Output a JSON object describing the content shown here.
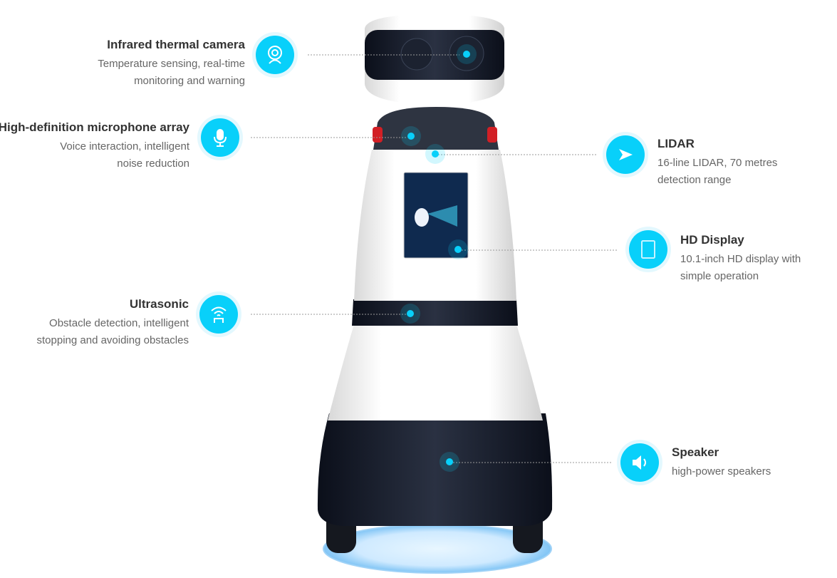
{
  "accent_color": "#08d0fa",
  "features": [
    {
      "id": "camera",
      "title": "Infrared thermal camera",
      "desc_lines": [
        "Temperature sensing, real-time",
        "monitoring and warning"
      ],
      "icon": "webcam-icon"
    },
    {
      "id": "microphone",
      "title": "High-definition microphone array",
      "desc_lines": [
        "Voice interaction,  intelligent",
        "noise reduction"
      ],
      "icon": "microphone-icon"
    },
    {
      "id": "lidar",
      "title": "LIDAR",
      "desc_lines": [
        "16-line LIDAR, 70 metres",
        "detection range"
      ],
      "icon": "navigation-arrow-icon"
    },
    {
      "id": "display",
      "title": "HD Display",
      "desc_lines": [
        "10.1-inch HD display with",
        "simple operation"
      ],
      "icon": "tablet-icon"
    },
    {
      "id": "ultrasonic",
      "title": "Ultrasonic",
      "desc_lines": [
        "Obstacle detection,  intelligent",
        "stopping and avoiding obstacles"
      ],
      "icon": "ultrasonic-sensor-icon"
    },
    {
      "id": "speaker",
      "title": "Speaker",
      "desc_lines": [
        "high-power speakers"
      ],
      "icon": "speaker-icon"
    }
  ]
}
